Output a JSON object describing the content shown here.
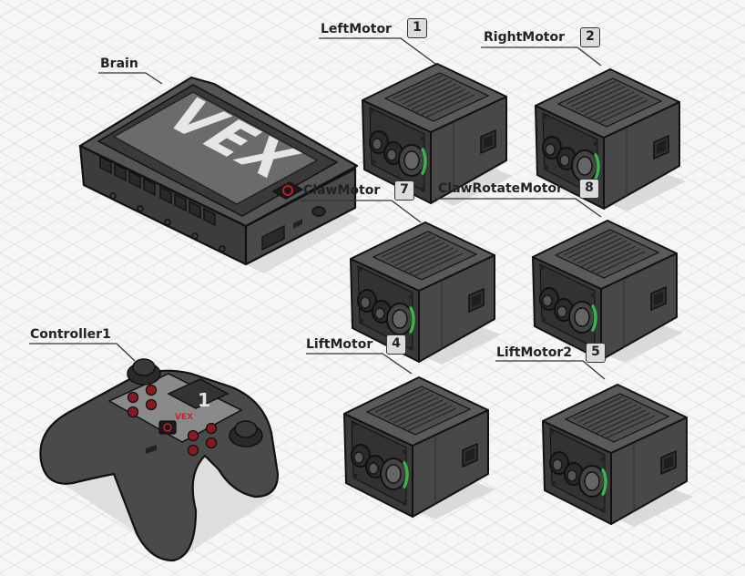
{
  "colors": {
    "background": "#f6f6f6",
    "grid": "#e2e2e2",
    "device_body": "#4a4a4a",
    "device_dark": "#2e2e2e",
    "outline": "#111111",
    "port_ring": "#3bb34a",
    "vex_red": "#cc2027",
    "screen": "#6b6b6b",
    "label_badge": "#dcdcdc"
  },
  "brain": {
    "label": "Brain",
    "logo": "VEX",
    "power_icon": "power-icon"
  },
  "controller": {
    "label": "Controller1",
    "screen_number": "1",
    "logo": "VEX",
    "power_icon": "power-icon"
  },
  "motors": [
    {
      "label": "LeftMotor",
      "port": "1"
    },
    {
      "label": "RightMotor",
      "port": "2"
    },
    {
      "label": "ClawMotor",
      "port": "7"
    },
    {
      "label": "ClawRotateMotor",
      "port": "8"
    },
    {
      "label": "LiftMotor",
      "port": "4"
    },
    {
      "label": "LiftMotor2",
      "port": "5"
    }
  ]
}
